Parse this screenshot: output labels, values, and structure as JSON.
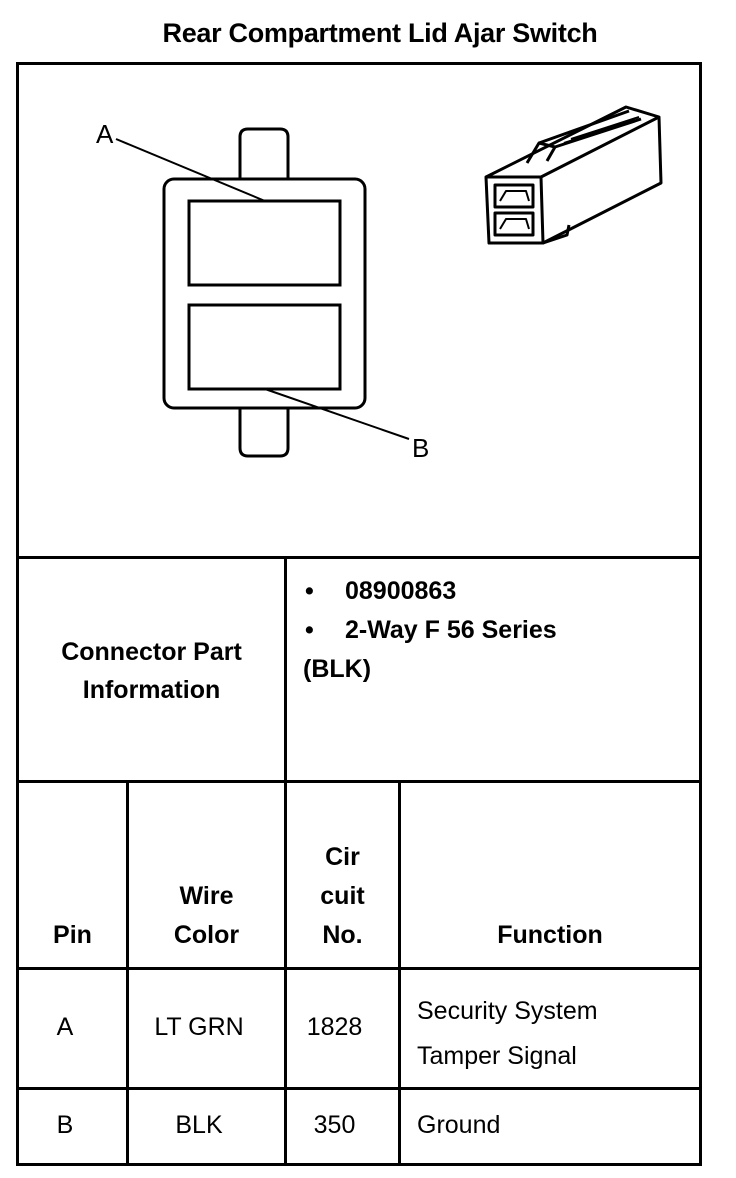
{
  "title": "Rear Compartment Lid Ajar Switch",
  "diagram": {
    "pin_label_a": "A",
    "pin_label_b": "B"
  },
  "connector": {
    "label_line1": "Connector Part",
    "label_line2": "Information",
    "part_number": "08900863",
    "series": "2-Way F 56 Series",
    "color": "(BLK)",
    "bullet": "•"
  },
  "table": {
    "headers": {
      "pin": "Pin",
      "wire_color_1": "Wire",
      "wire_color_2": "Color",
      "circuit_1": "Cir",
      "circuit_2": "cuit",
      "circuit_3": "No.",
      "function": "Function"
    },
    "rows": [
      {
        "pin": "A",
        "wire_color": "LT GRN",
        "circuit": "1828",
        "function_1": "Security System",
        "function_2": "Tamper Signal"
      },
      {
        "pin": "B",
        "wire_color": "BLK",
        "circuit": "350",
        "function_1": "Ground",
        "function_2": ""
      }
    ]
  }
}
